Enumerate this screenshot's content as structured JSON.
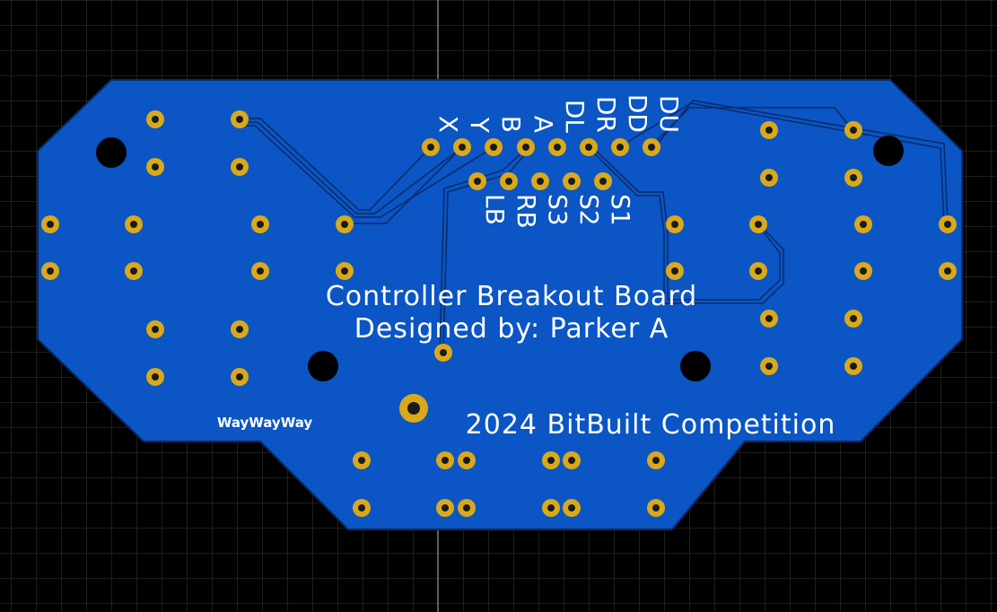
{
  "board": {
    "title_line1": "Controller Breakout Board",
    "title_line2": "Designed by: Parker A",
    "competition": "2024 BitBuilt Competition",
    "logo_text": "WayWayWay"
  },
  "pin_labels_top": [
    "X",
    "Y",
    "B",
    "A",
    "DL",
    "DR",
    "DD",
    "DU"
  ],
  "pin_labels_bottom": [
    "LB",
    "RB",
    "S3",
    "S2",
    "S1"
  ],
  "colors": {
    "background": "#000000",
    "grid": "#3a3a3a",
    "board": "#0b55c4",
    "trace": "#0a2a66",
    "pad": "#d9a91a",
    "silkscreen": "#ffffff"
  }
}
